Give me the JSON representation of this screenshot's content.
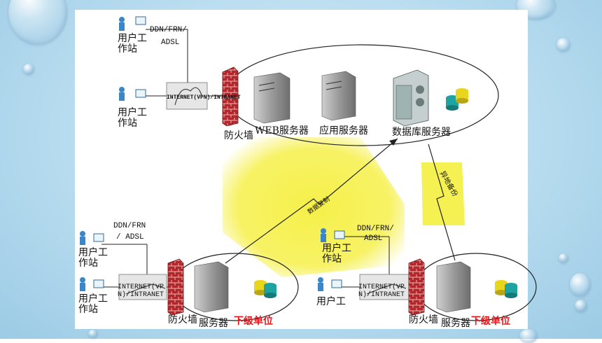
{
  "labels": {
    "user_ws": "用户工作站",
    "user_short": "用户工",
    "ddn_frn": "DDN/FRN/",
    "ddn_frn_no_slash": "DDN/FRN",
    "adsl": "ADSL",
    "adsl_slash": "/ ADSL",
    "internet_top": "INTERNET(VPN)/INTRANET",
    "internet_bl": "INTERNET(VP N)/INTRANET",
    "firewall": "防火墙",
    "web_server": "WEB服务器",
    "app_server": "应用服务器",
    "db_server": "数据库服务器",
    "server": "服务器",
    "sub_unit": "下级单位",
    "data_copy": "数据复制",
    "offsite_backup": "异地备份"
  },
  "colors": {
    "highlight": "#f6f04a",
    "accent_red": "#e8161b",
    "firewall_brick": "#b3262a",
    "server_gray": "#9a9a9a",
    "db_teal": "#1fa3a0",
    "db_yellow": "#e9d51d",
    "computer_blue": "#3a86c8"
  }
}
